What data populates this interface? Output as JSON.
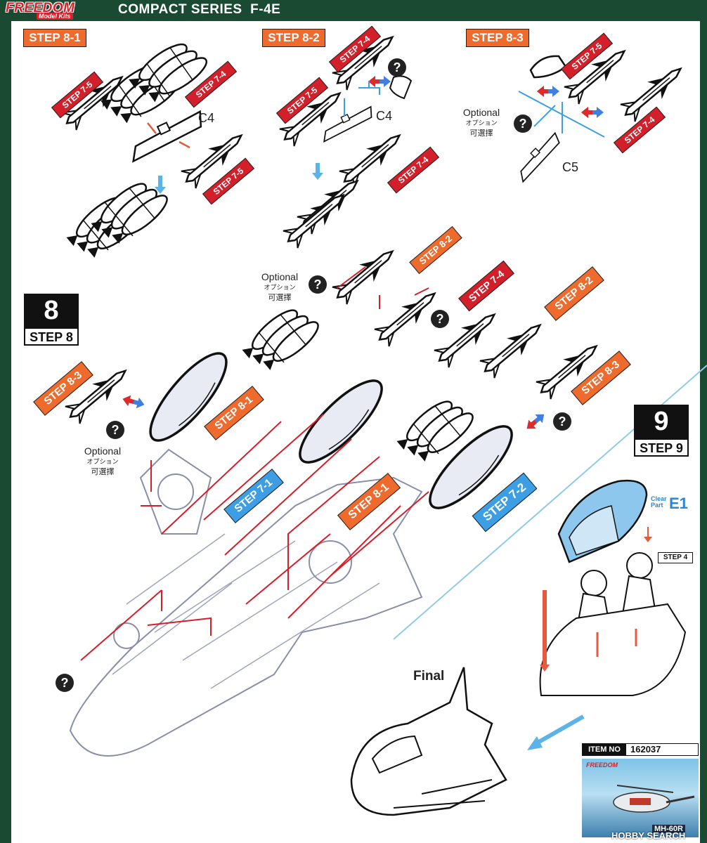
{
  "header": {
    "brand_top": "FREEDOM",
    "brand_bottom": "Model Kits",
    "series_title": "COMPACT SERIES  F-4E"
  },
  "steps": {
    "step81_title": "STEP 8-1",
    "step82_title": "STEP 8-2",
    "step83_title": "STEP 8-3",
    "step8_number": "8",
    "step8_caption": "STEP 8",
    "step9_number": "9",
    "step9_caption": "STEP 9"
  },
  "tags": {
    "s75": "STEP 7-5",
    "s74": "STEP 7-4",
    "s71": "STEP 7-1",
    "s72": "STEP 7-2",
    "s81": "STEP 8-1",
    "s82": "STEP 8-2",
    "s83": "STEP 8-3",
    "s4": "STEP 4"
  },
  "parts": {
    "c4": "C4",
    "c5": "C5",
    "e1": "E1",
    "clear_part": "Clear Part",
    "question": "?"
  },
  "optional": {
    "en": "Optional",
    "ja": "オプション",
    "zh": "可選擇"
  },
  "final_label": "Final",
  "item": {
    "label": "ITEM NO",
    "number": "162037",
    "box_brand": "FREEDOM",
    "box_model": "MH-60R"
  },
  "watermark": "HOBBY SEARCH",
  "colors": {
    "orange_tag": "#ee6a2d",
    "red_tag": "#d31f2a",
    "blue_tag": "#3e9ee4",
    "frame_green": "#1b4a33",
    "guide_red": "#d31f2a",
    "guide_blue": "#2b86d6"
  }
}
